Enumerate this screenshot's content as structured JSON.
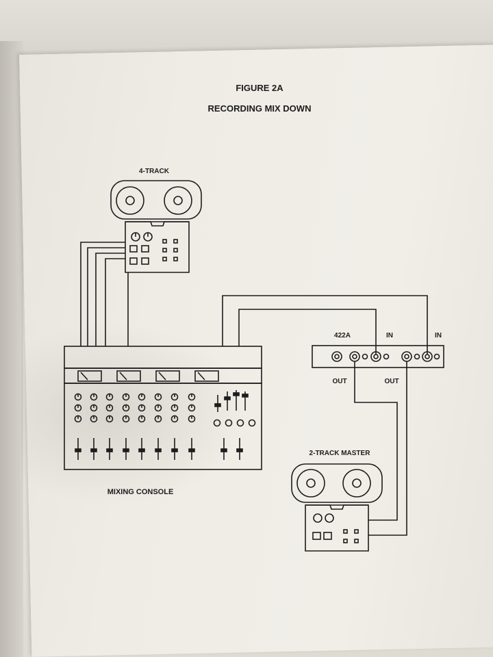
{
  "figure": {
    "number": "FIGURE 2A",
    "title": "RECORDING MIX DOWN"
  },
  "devices": {
    "four_track": {
      "label": "4-TRACK"
    },
    "mixer": {
      "label": "MIXING CONSOLE"
    },
    "interface": {
      "label": "422A",
      "in_label_1": "IN",
      "in_label_2": "IN",
      "out_label_1": "OUT",
      "out_label_2": "OUT"
    },
    "master": {
      "label": "2-TRACK MASTER"
    }
  },
  "colors": {
    "ink": "#1c1c1c",
    "paper": "#eeebe5"
  },
  "icons": [
    "tape-reel-icon",
    "knob-icon",
    "fader-icon",
    "jack-icon"
  ]
}
